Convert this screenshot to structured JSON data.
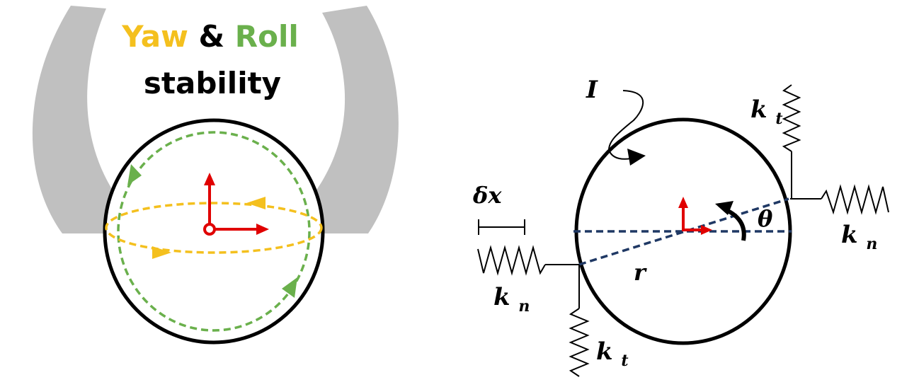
{
  "left_panel": {
    "title_yaw": "Yaw",
    "title_amp": "&",
    "title_roll": "Roll",
    "title_line2": "stability"
  },
  "right_panel": {
    "label_inertia": "I",
    "label_radius": "r",
    "label_angle": "θ",
    "label_displacement": "δx",
    "label_stiffness_tangential": "k",
    "label_stiffness_normal": "k",
    "subscript_tangential": "t",
    "subscript_normal": "n"
  },
  "colors": {
    "yaw": "#f4c01e",
    "roll": "#6ab04c",
    "frame": "#e00000",
    "holder": "#c0c0c0",
    "dashed_line": "#1f3864",
    "outline": "#000000"
  }
}
